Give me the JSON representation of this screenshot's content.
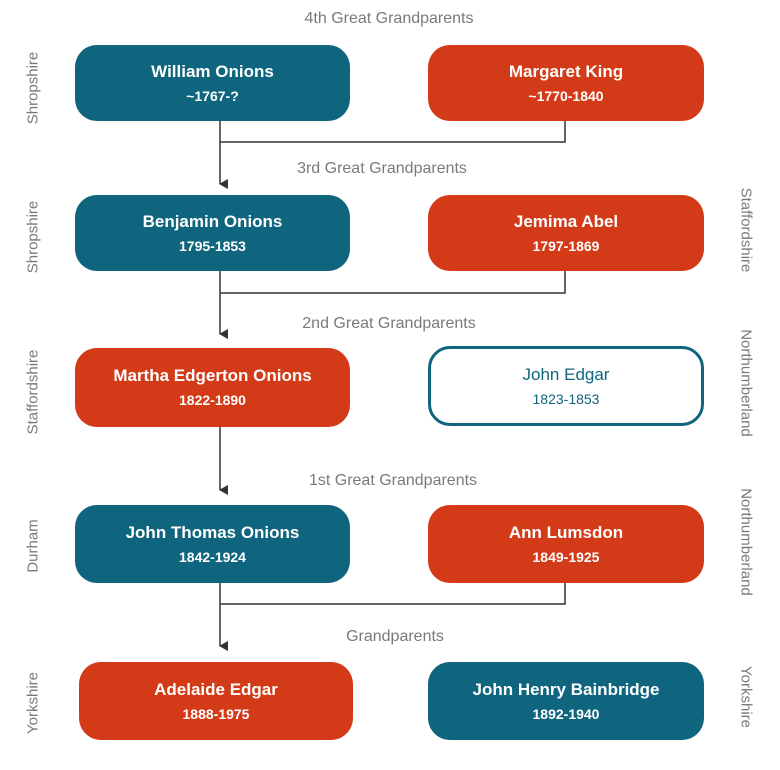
{
  "generations": [
    {
      "label": "4th Great Grandparents",
      "left": {
        "name": "William Onions",
        "dates": "~1767-?",
        "region": "Shropshire"
      },
      "right": {
        "name": "Margaret King",
        "dates": "~1770-1840",
        "region": ""
      }
    },
    {
      "label": "3rd Great Grandparents",
      "left": {
        "name": "Benjamin Onions",
        "dates": "1795-1853",
        "region": "Shropshire"
      },
      "right": {
        "name": "Jemima Abel",
        "dates": "1797-1869",
        "region": "Staffordshire"
      }
    },
    {
      "label": "2nd Great Grandparents",
      "left": {
        "name": "Martha Edgerton Onions",
        "dates": "1822-1890",
        "region": "Staffordshire"
      },
      "right": {
        "name": "John Edgar",
        "dates": "1823-1853",
        "region": "Northumberland"
      }
    },
    {
      "label": "1st Great Grandparents",
      "left": {
        "name": "John Thomas Onions",
        "dates": "1842-1924",
        "region": "Durham"
      },
      "right": {
        "name": "Ann Lumsdon",
        "dates": "1849-1925",
        "region": "Northumberland"
      }
    },
    {
      "label": "Grandparents",
      "left": {
        "name": "Adelaide Edgar",
        "dates": "1888-1975",
        "region": "Yorkshire"
      },
      "right": {
        "name": "John Henry Bainbridge",
        "dates": "1892-1940",
        "region": "Yorkshire"
      }
    }
  ],
  "colors": {
    "teal": "#10657e",
    "red": "#d23a18",
    "label_gray": "#7a7a7a",
    "connector": "#333333"
  }
}
